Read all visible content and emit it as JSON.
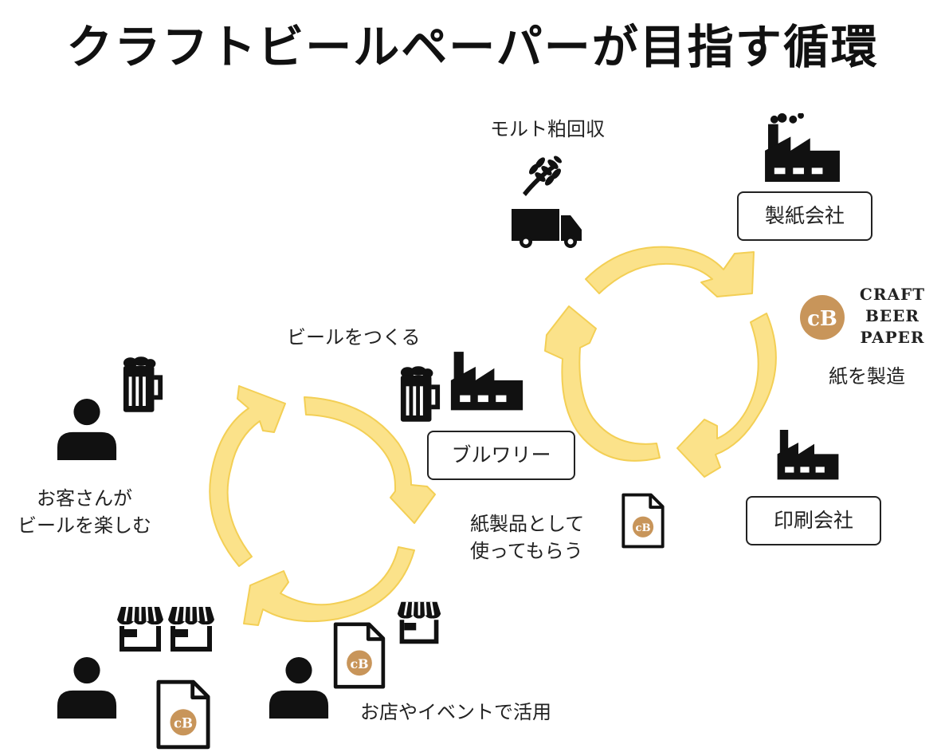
{
  "title": "クラフトビールペーパーが目指す循環",
  "labels": {
    "malt_collection": "モルト粕回収",
    "beer_making": "ビールをつくる",
    "paper_making": "紙を製造",
    "customers_line1": "お客さんが",
    "customers_line2": "ビールを楽しむ",
    "paper_products_line1": "紙製品として",
    "paper_products_line2": "使ってもらう",
    "stores_events": "お店やイベントで活用"
  },
  "boxes": {
    "paper_company": "製紙会社",
    "brewery": "ブルワリー",
    "printing_company": "印刷会社"
  },
  "brand": {
    "logo_text": "cB",
    "name_line1": "CRAFT",
    "name_line2": "BEER",
    "name_line3": "PAPER",
    "logo_color": "#c8955a"
  },
  "colors": {
    "arrow_fill": "#fbe28a",
    "arrow_stroke": "#f3cf55",
    "icon": "#111111"
  },
  "icons": [
    "wheat-icon",
    "truck-icon",
    "factory-icon",
    "beer-mug-icon",
    "person-icon",
    "store-icon",
    "document-logo-icon"
  ]
}
